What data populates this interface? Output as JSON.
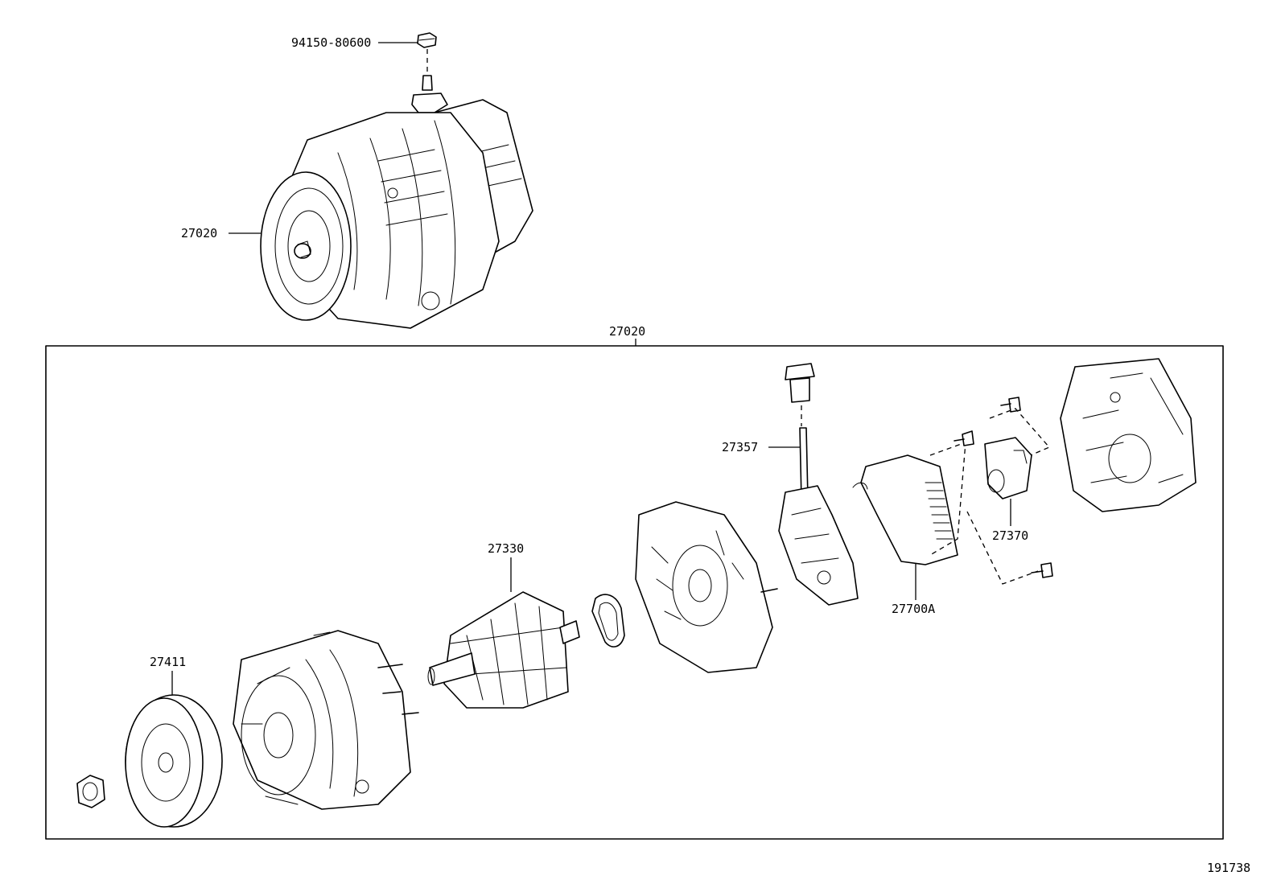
{
  "parts": [
    {
      "id": "label-94150-80600",
      "number": "94150-80600"
    },
    {
      "id": "label-27020-assembly",
      "number": "27020"
    },
    {
      "id": "label-27020-kit",
      "number": "27020"
    },
    {
      "id": "label-27357",
      "number": "27357"
    },
    {
      "id": "label-27330",
      "number": "27330"
    },
    {
      "id": "label-27370",
      "number": "27370"
    },
    {
      "id": "label-27700a",
      "number": "27700A"
    },
    {
      "id": "label-27411",
      "number": "27411"
    }
  ],
  "figure_number": "191738"
}
